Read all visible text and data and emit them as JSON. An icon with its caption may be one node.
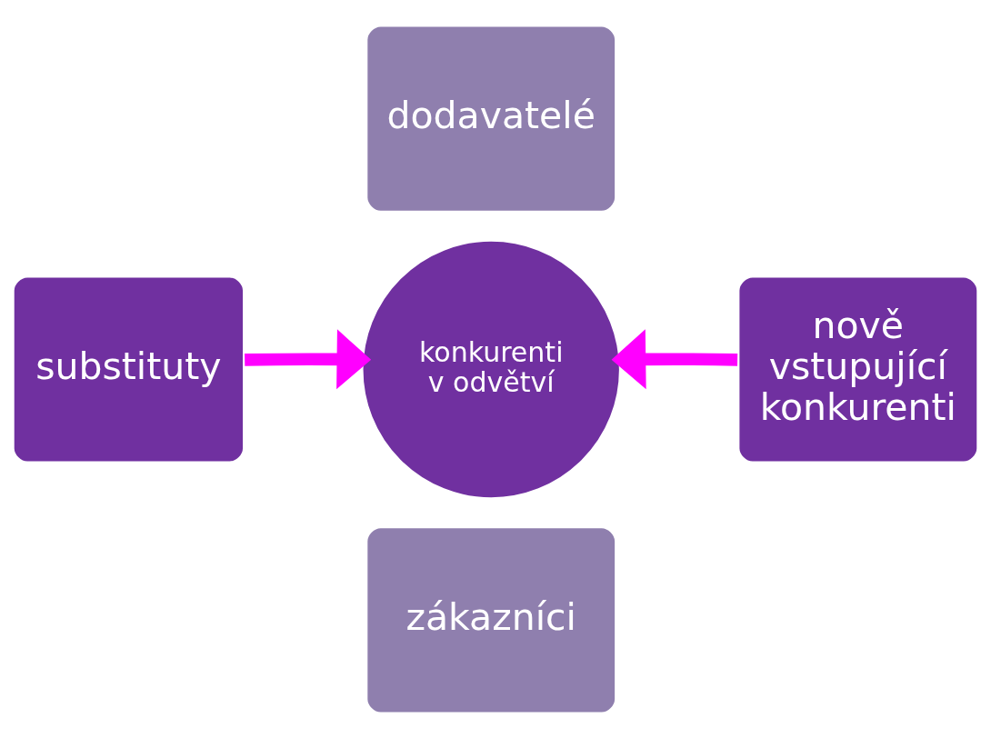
{
  "diagram": {
    "nodes": [
      {
        "text": [
          "dodavatelé"
        ]
      },
      {
        "text": [
          "substituty"
        ]
      },
      {
        "text": [
          "konkurenti v odvětví"
        ]
      },
      {
        "text": [
          "nově vstupující konkurenti"
        ]
      },
      {
        "text": [
          "zákazníci"
        ]
      }
    ],
    "edges": [
      {
        "from": 1,
        "to": 2,
        "arrow": "to",
        "color": "#ff00ff"
      },
      {
        "from": 3,
        "to": 2,
        "arrow": "to",
        "color": "#ff00ff"
      }
    ]
  }
}
